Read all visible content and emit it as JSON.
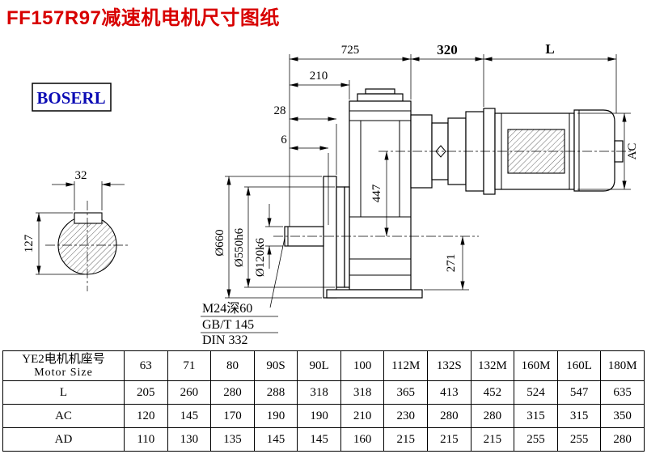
{
  "title": "FF157R97减速机电机尺寸图纸",
  "drawing": {
    "logo": "BOSERL",
    "dim_725": "725",
    "dim_320": "320",
    "dim_L": "L",
    "dim_210": "210",
    "dim_28": "28",
    "dim_6": "6",
    "dim_32": "32",
    "dim_127": "127",
    "dia_660": "Ø660",
    "dia_550": "Ø550h6",
    "dia_120": "Ø120k6",
    "dim_447": "447",
    "dim_271": "271",
    "dim_AC": "AC",
    "thread_note": "M24深60",
    "std_note1": "GB/T 145",
    "std_note2": "DIN 332"
  },
  "table": {
    "header_cn": "YE2电机机座号",
    "header_en": "Motor Size",
    "columns": [
      "63",
      "71",
      "80",
      "90S",
      "90L",
      "100",
      "112M",
      "132S",
      "132M",
      "160M",
      "160L",
      "180M"
    ],
    "rows": [
      {
        "label": "L",
        "values": [
          "205",
          "260",
          "280",
          "288",
          "318",
          "318",
          "365",
          "413",
          "452",
          "524",
          "547",
          "635"
        ]
      },
      {
        "label": "AC",
        "values": [
          "120",
          "145",
          "170",
          "190",
          "190",
          "210",
          "230",
          "280",
          "280",
          "315",
          "315",
          "350"
        ]
      },
      {
        "label": "AD",
        "values": [
          "110",
          "130",
          "135",
          "145",
          "145",
          "160",
          "215",
          "215",
          "215",
          "255",
          "255",
          "280"
        ]
      }
    ]
  },
  "colors": {
    "title_red": "#d80000",
    "logo_blue": "#0b0bb4"
  }
}
